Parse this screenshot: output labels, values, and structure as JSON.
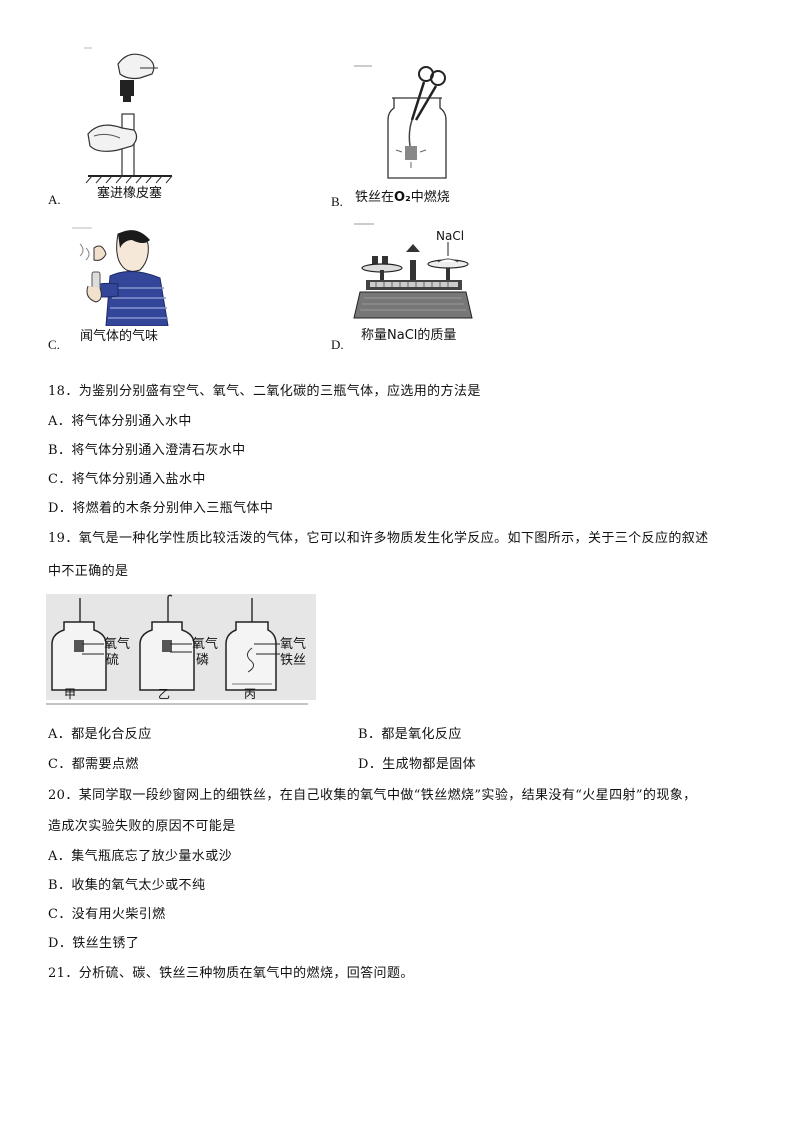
{
  "q17_options": {
    "a": {
      "letter": "A.",
      "caption": "塞进橡皮塞"
    },
    "b": {
      "letter": "B.",
      "caption_pre": "铁丝在",
      "caption_o2": "O₂",
      "caption_post": "中燃烧"
    },
    "c": {
      "letter": "C.",
      "caption": "闻气体的气味"
    },
    "d": {
      "letter": "D.",
      "caption": "称量NaCl的质量",
      "label_nacl": "NaCl"
    }
  },
  "q18": {
    "stem": "18．为鉴别分别盛有空气、氧气、二氧化碳的三瓶气体，应选用的方法是",
    "options": [
      "A．将气体分别通入水中",
      "B．将气体分别通入澄清石灰水中",
      "C．将气体分别通入盐水中",
      "D．将燃着的木条分别伸入三瓶气体中"
    ]
  },
  "q19": {
    "stem_line1": "19．氧气是一种化学性质比较活泼的气体，它可以和许多物质发生化学反应。如下图所示，关于三个反应的叙述",
    "stem_line2": "中不正确的是",
    "figure": {
      "jar1": {
        "gas": "氧气",
        "substance": "硫",
        "name": "甲"
      },
      "jar2": {
        "gas": "氧气",
        "substance": "磷",
        "name": "乙"
      },
      "jar3": {
        "gas": "氧气",
        "substance": "铁丝",
        "name": "丙"
      }
    },
    "options": {
      "a": "A．都是化合反应",
      "b": "B．都是氧化反应",
      "c": "C．都需要点燃",
      "d": "D．生成物都是固体"
    }
  },
  "q20": {
    "stem_line1": "20．某同学取一段纱窗网上的细铁丝，在自己收集的氧气中做“铁丝燃烧”实验，结果没有“火星四射”的现象，",
    "stem_line2": "造成次实验失败的原因不可能是",
    "options": [
      "A．集气瓶底忘了放少量水或沙",
      "B．收集的氧气太少或不纯",
      "C．没有用火柴引燃",
      "D．铁丝生锈了"
    ]
  },
  "q21": {
    "stem": "21．分析硫、碳、铁丝三种物质在氧气中的燃烧，回答问题。"
  }
}
